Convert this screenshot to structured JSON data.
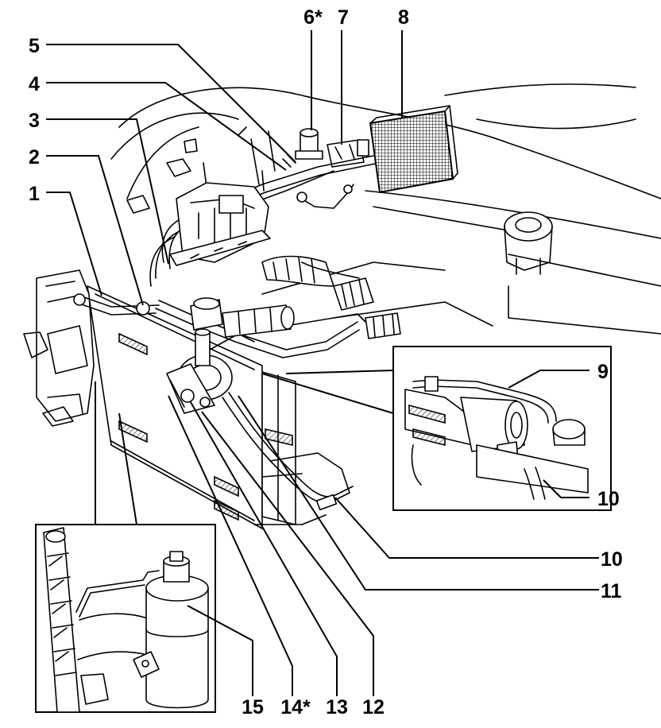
{
  "labels": [
    {
      "id": "1",
      "text": "1"
    },
    {
      "id": "2",
      "text": "2"
    },
    {
      "id": "3",
      "text": "3"
    },
    {
      "id": "4",
      "text": "4"
    },
    {
      "id": "5",
      "text": "5"
    },
    {
      "id": "6",
      "text": "6*"
    },
    {
      "id": "7",
      "text": "7"
    },
    {
      "id": "8",
      "text": "8"
    },
    {
      "id": "9",
      "text": "9"
    },
    {
      "id": "10a",
      "text": "10"
    },
    {
      "id": "10b",
      "text": "10"
    },
    {
      "id": "11",
      "text": "11"
    },
    {
      "id": "12",
      "text": "12"
    },
    {
      "id": "13",
      "text": "13"
    },
    {
      "id": "14",
      "text": "14*"
    },
    {
      "id": "15",
      "text": "15"
    }
  ]
}
